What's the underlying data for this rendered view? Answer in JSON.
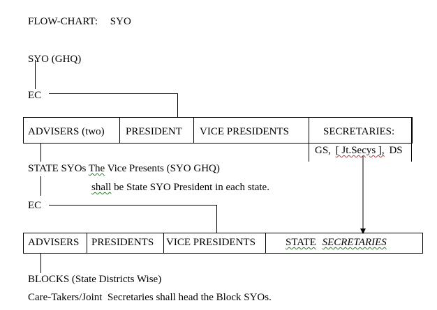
{
  "title": {
    "label": "FLOW-CHART:",
    "name": "SYO"
  },
  "syo_ghq": "SYO (GHQ)",
  "ec_top": "EC",
  "top_row": {
    "advisers": "ADVISERS (two)",
    "president": "PRESIDENT",
    "vice_presidents": "VICE PRESIDENTS",
    "secretaries": "SECRETARIES:",
    "sec_gs": "GS,",
    "sec_jt": "[ Jt.Secys ],",
    "sec_ds": "DS"
  },
  "state_note": {
    "line1_prefix": "STATE SYOs",
    "line1_squiggle": "The",
    "line1_rest": "Vice Presents (SYO GHQ)",
    "line2_squiggle": "shall",
    "line2_rest": "be State SYO President in each state."
  },
  "ec_mid": "EC",
  "bottom_row": {
    "advisers": "ADVISERS",
    "presidents": "PRESIDENTS",
    "vice_presidents": "VICE PRESIDENTS",
    "state": "STATE",
    "secretaries": "SECRETARIES"
  },
  "blocks": "BLOCKS (State Districts Wise)",
  "care_takers": "Care-Takers/Joint  Secretaries shall head the Block SYOs."
}
